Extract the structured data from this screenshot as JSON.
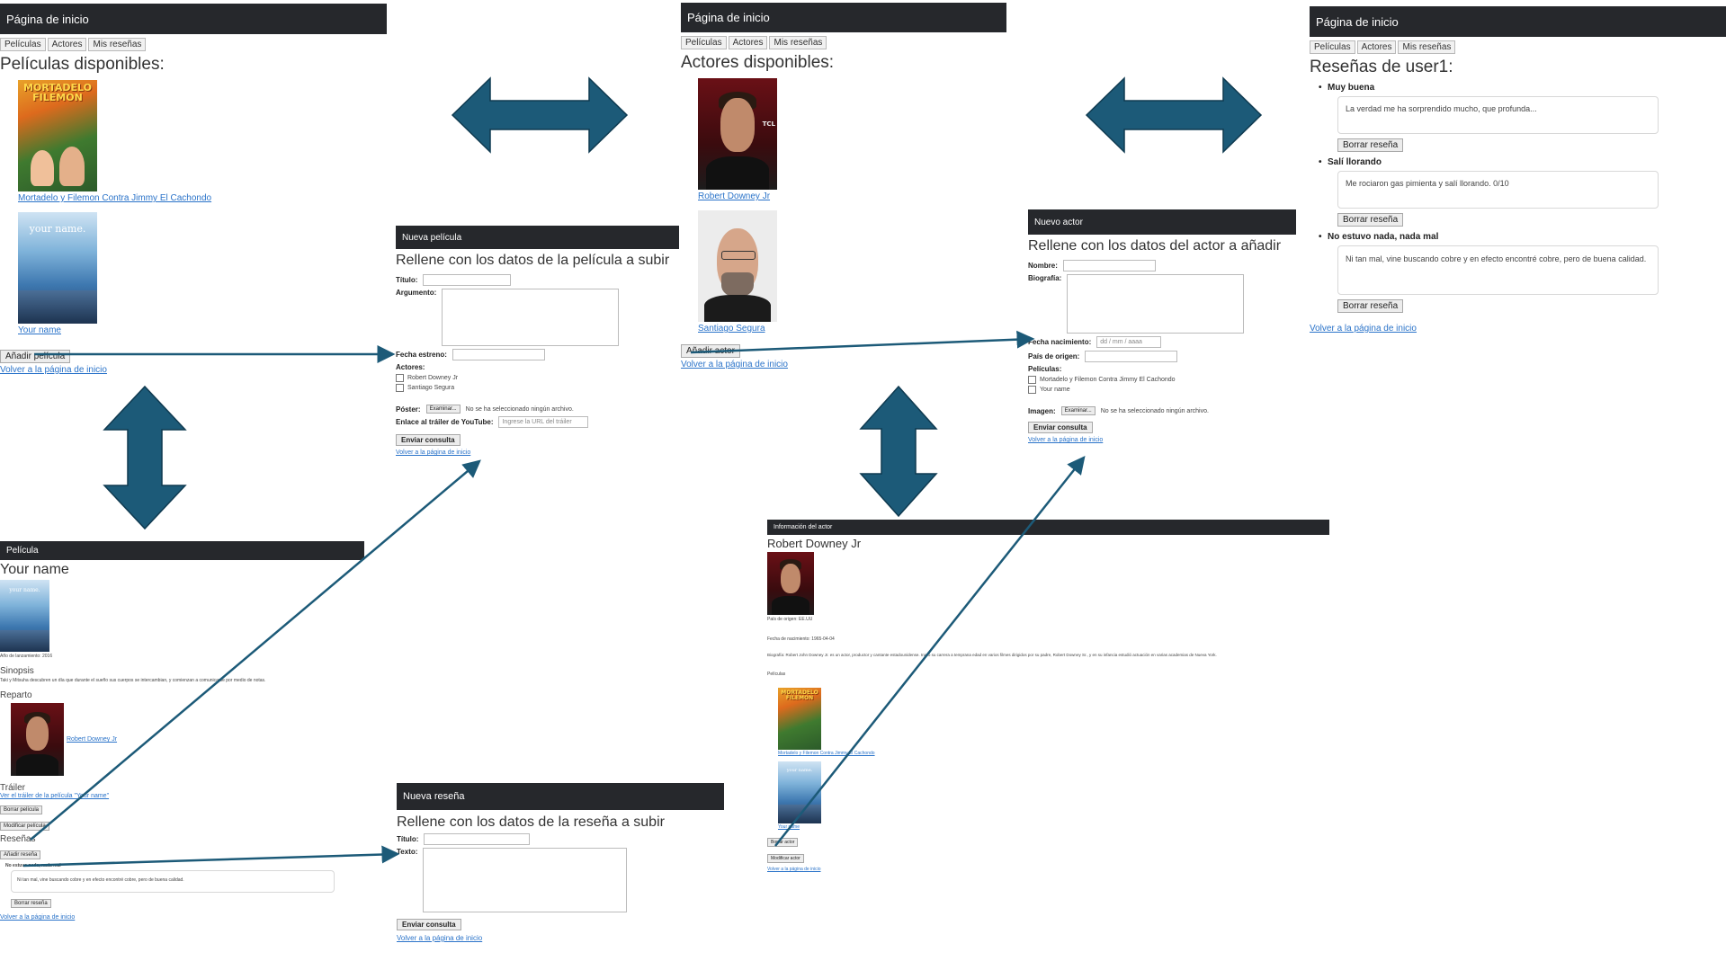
{
  "common": {
    "home_header": "Página de inicio",
    "nav": [
      "Películas",
      "Actores",
      "Mis reseñas"
    ],
    "back_link": "Volver a la página de inicio",
    "submit": "Enviar consulta",
    "browse": "Examinar...",
    "no_file": "No se ha seleccionado ningún archivo."
  },
  "movies_page": {
    "title": "Películas disponibles:",
    "items": [
      {
        "name": "Mortadelo y Filemon Contra Jimmy El Cachondo"
      },
      {
        "name": "Your name"
      }
    ],
    "add_button": "Añadir película"
  },
  "actors_page": {
    "title": "Actores disponibles:",
    "items": [
      {
        "name": "Robert Downey Jr"
      },
      {
        "name": "Santiago Segura"
      }
    ],
    "add_button": "Añadir actor"
  },
  "reviews_page": {
    "title": "Reseñas de user1:",
    "reviews": [
      {
        "title": "Muy buena",
        "text": "La verdad me ha sorprendido mucho, que profunda..."
      },
      {
        "title": "Salí llorando",
        "text": "Me rociaron gas pimienta y salí llorando. 0/10"
      },
      {
        "title": "No estuvo nada, nada mal",
        "text": "Ni tan mal, vine buscando cobre y en efecto encontré cobre, pero de buena calidad."
      }
    ],
    "delete_button": "Borrar reseña"
  },
  "new_movie": {
    "header": "Nueva película",
    "title": "Rellene con los datos de la película a subir",
    "f_title": "Título:",
    "f_plot": "Argumento:",
    "f_release": "Fecha estreno:",
    "f_actors": "Actores:",
    "actors": [
      "Robert Downey Jr",
      "Santiago Segura"
    ],
    "f_poster": "Póster:",
    "f_trailer": "Enlace al tráiler de YouTube:",
    "trailer_placeholder": "Ingrese la URL del tráiler"
  },
  "new_actor": {
    "header": "Nuevo actor",
    "title": "Rellene con los datos del actor a añadir",
    "f_name": "Nombre:",
    "f_bio": "Biografía:",
    "f_birth": "Fecha nacimiento:",
    "birth_placeholder": "dd / mm / aaaa",
    "f_country": "País de origen:",
    "f_movies": "Películas:",
    "movies": [
      "Mortadelo y Filemon Contra Jimmy El Cachondo",
      "Your name"
    ],
    "f_image": "Imagen:"
  },
  "movie_detail": {
    "header": "Película",
    "title": "Your name",
    "year_line": "Año de lanzamiento: 2016",
    "synopsis_h": "Sinopsis",
    "synopsis": "Taki y Mitsuha descubren un día que durante el sueño sus cuerpos se intercambian, y comienzan a comunicarse por medio de notas.",
    "cast_h": "Reparto",
    "cast": [
      "Robert Downey Jr"
    ],
    "trailer_h": "Tráiler",
    "trailer_link": "Ver el tráiler de la película \"Your name\"",
    "delete_btn": "Borrar película",
    "modify_btn": "Modificar película",
    "reviews_h": "Reseñas",
    "add_review_btn": "Añadir reseña",
    "review_title": "No estuvo nada, nada mal",
    "review_text": "Ni tan mal, vine buscando cobre y en efecto encontré cobre, pero de buena calidad.",
    "review_delete": "Borrar reseña"
  },
  "new_review": {
    "header": "Nueva reseña",
    "title": "Rellene con los datos de la reseña a subir",
    "f_title": "Título:",
    "f_text": "Texto:"
  },
  "actor_detail": {
    "header": "Información del actor",
    "name": "Robert Downey Jr",
    "origin": "País de origen: EE.UU",
    "birth": "Fecha de nacimiento: 1965-04-04",
    "bio": "Biografía: Robert John Downey Jr. es un actor, productor y cantante estadounidense. Inició su carrera a temprana edad en varios filmes dirigidos por su padre, Robert Downey Sr., y en su infancia estudió actuación en varias academias de Nueva York.",
    "movies_h": "Películas",
    "movies": [
      "Mortadelo y Filemon Contra Jimmy El Cachondo",
      "Your name"
    ],
    "delete_btn": "Borrar actor",
    "modify_btn": "Modificar actor"
  },
  "colors": {
    "header_bg": "#26282c",
    "link": "#2a73c9",
    "arrow": "#1c5a78"
  }
}
